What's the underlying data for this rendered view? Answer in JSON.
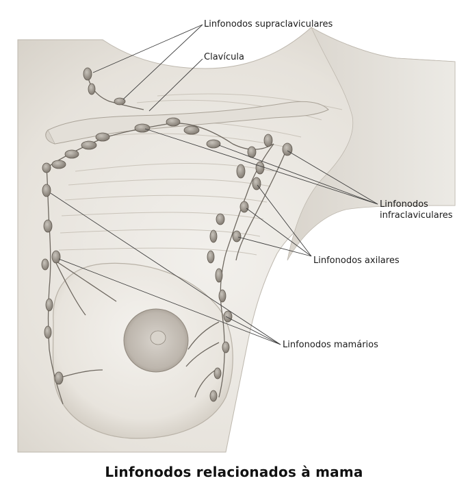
{
  "title": "Linfonodos relacionados à mama",
  "labels": {
    "supraclaviculares": "Linfonodos supraclaviculares",
    "clavicula": "Clavícula",
    "infraclaviculares": "Linfonodos\ninfraclaviculares",
    "axilares": "Linfonodos axilares",
    "mamarios": "Linfonodos mamários"
  },
  "colors": {
    "skin_light": "#ebe8e2",
    "skin_shadow": "#cfcac1",
    "node_fill": "#9a948b",
    "vessel": "#6d675f",
    "leader_line": "#3a3a3a"
  }
}
